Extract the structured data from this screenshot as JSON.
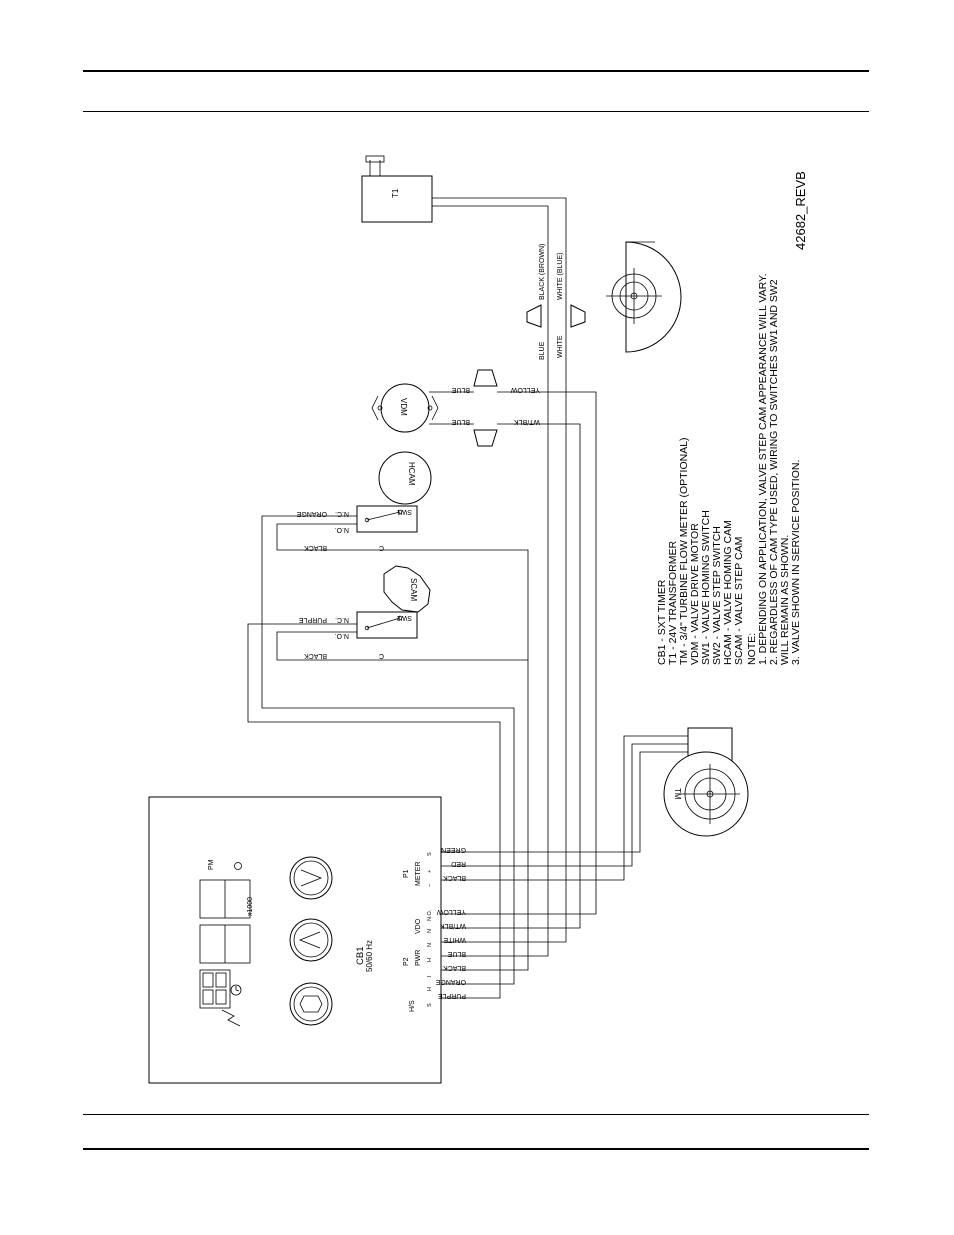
{
  "timer": {
    "name": "CB1",
    "freq": "50/60 Hz",
    "plugs": {
      "p1": "P1",
      "meter": "METER",
      "vdo": "VDO",
      "p2": "P2",
      "pwr": "PWR",
      "hs": "H/S"
    },
    "pins": [
      "S",
      "+",
      "–",
      "N.O.",
      "N",
      "N",
      "H",
      "I",
      "H",
      "S"
    ],
    "wires": [
      "GREEN",
      "RED",
      "BLACK",
      "YELLOW",
      "WT/BLK",
      "WHITE",
      "BLUE",
      "BLACK",
      "ORANGE",
      "PURPLE"
    ]
  },
  "switches": {
    "sw1": {
      "name": "SW1",
      "nc": "N.C.",
      "no": "N.O.",
      "c": "C",
      "nc_wire": "ORANGE",
      "c_wire": "BLACK"
    },
    "sw2": {
      "name": "SW2",
      "nc": "N.C.",
      "no": "N.O.",
      "c": "C",
      "nc_wire": "PURPLE",
      "c_wire": "BLACK"
    }
  },
  "cams": {
    "hcam": "HCAM",
    "scam": "SCAM"
  },
  "motor": {
    "name": "VDM",
    "wire1": "BLUE",
    "wire2": "BLUE",
    "wire3": "YELLOW",
    "wire4": "WT/BLK"
  },
  "transformer": {
    "name": "T1",
    "wire_a": "BLACK (BROWN)",
    "wire_b": "WHITE (BLUE)",
    "wire_c": "BLUE",
    "wire_d": "WHITE"
  },
  "meter": {
    "name": "TM"
  },
  "legend": [
    "CB1 - SXT TIMER",
    "T1 - 24V TRANSFORMER",
    "TM - 3/4\" TURBINE FLOW METER (OPTIONAL)",
    "VDM - VALVE DRIVE MOTOR",
    "SW1 - VALVE HOMING SWITCH",
    "SW2 - VALVE STEP SWITCH",
    "HCAM - VALVE HOMING CAM",
    "SCAM - VALVE STEP CAM"
  ],
  "notes": [
    "NOTE:",
    "1.  DEPENDING ON APPLICATION, VALVE STEP CAM APPEARANCE WILL VARY.",
    "2.  REGARDLESS OF CAM TYPE USED, WIRING TO SWITCHES SW1 AND SW2",
    "     WILL REMAIN AS SHOWN.",
    "3.  VALVE SHOWN IN SERVICE POSITION."
  ],
  "drawing_number": "42682_REVB"
}
